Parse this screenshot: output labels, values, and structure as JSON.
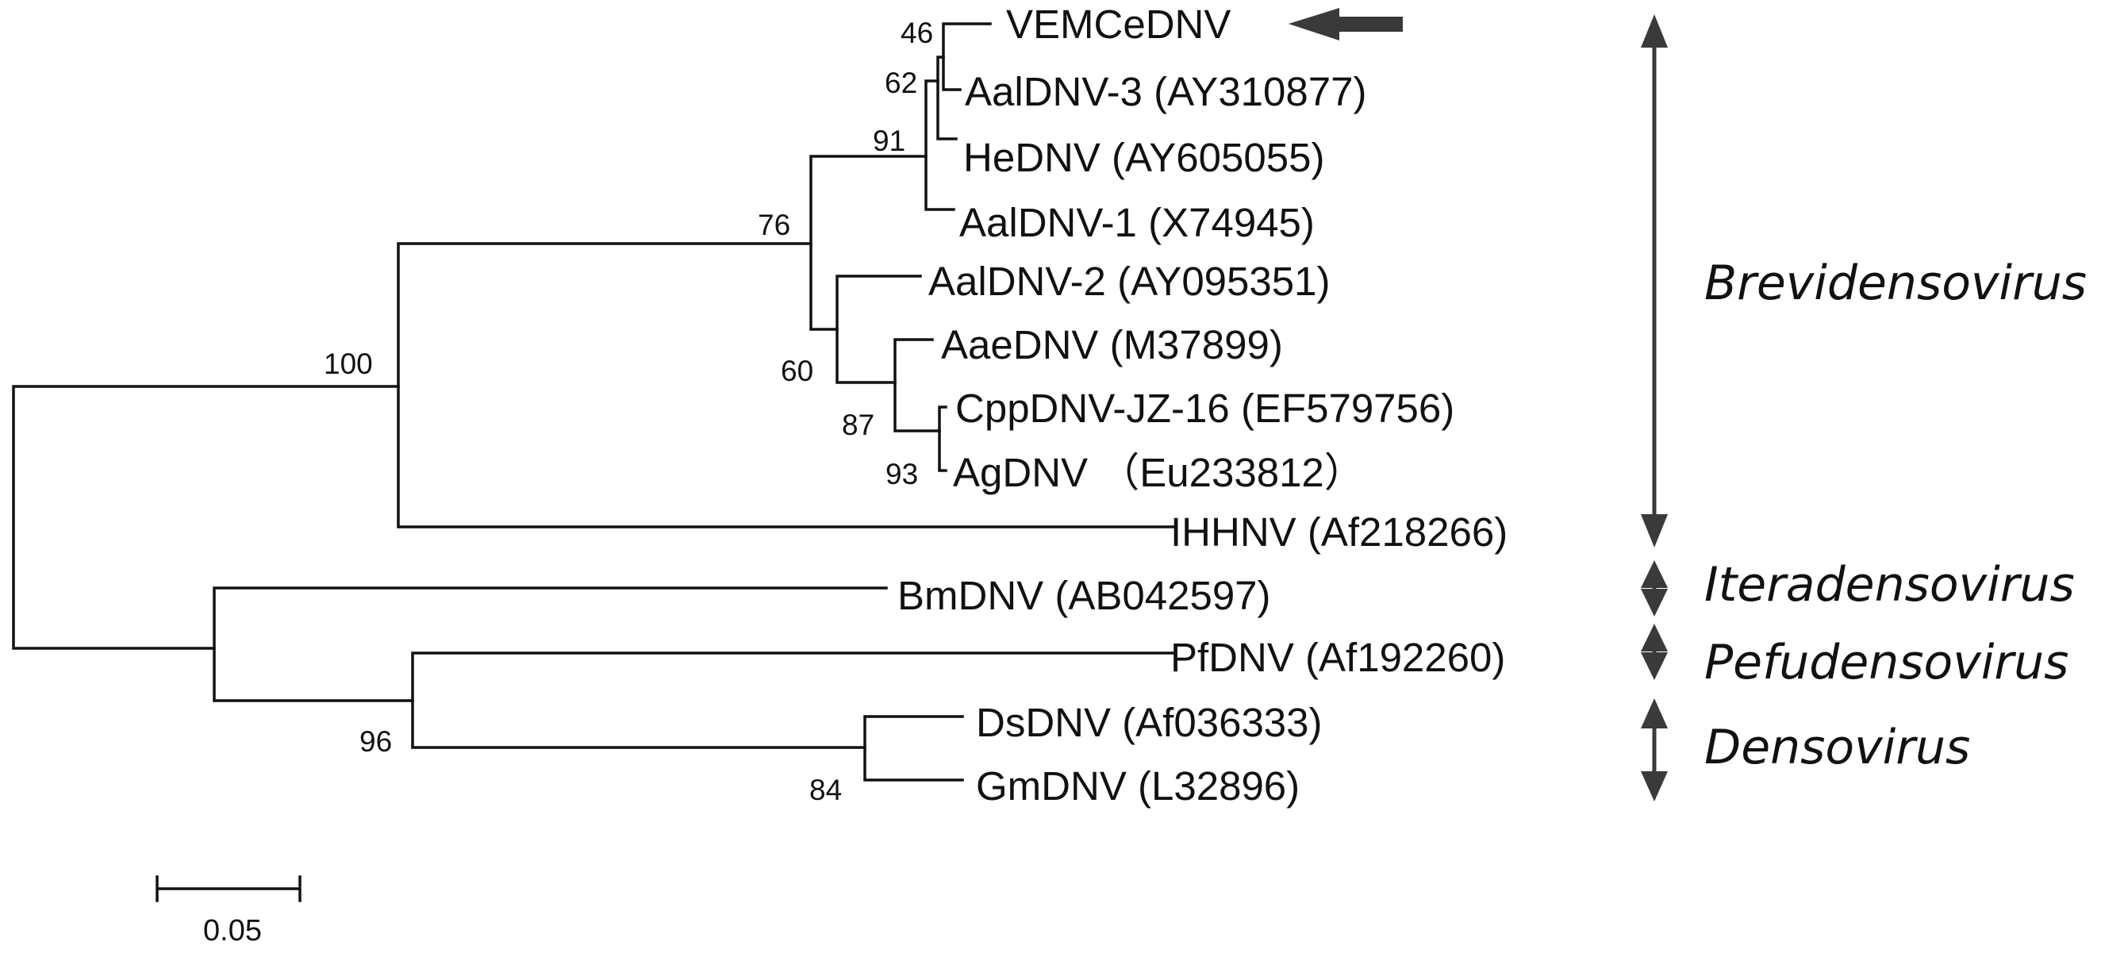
{
  "tree": {
    "taxa": [
      {
        "id": "vemcednv",
        "label": "VEMCeDNV"
      },
      {
        "id": "aaldnv3",
        "label": "AalDNV-3 (AY310877)"
      },
      {
        "id": "hednv",
        "label": "HeDNV (AY605055)"
      },
      {
        "id": "aaldnv1",
        "label": "AalDNV-1 (X74945)"
      },
      {
        "id": "aaldnv2",
        "label": "AalDNV-2 (AY095351)"
      },
      {
        "id": "aaednv",
        "label": "AaeDNV (M37899)"
      },
      {
        "id": "cppdnv",
        "label": "CppDNV-JZ-16 (EF579756)"
      },
      {
        "id": "agdnv",
        "label": "AgDNV （Eu233812）"
      },
      {
        "id": "ihhnv",
        "label": "IHHNV (Af218266)"
      },
      {
        "id": "bmdnv",
        "label": "BmDNV (AB042597)"
      },
      {
        "id": "pfdnv",
        "label": "PfDNV (Af192260)"
      },
      {
        "id": "dsdnv",
        "label": "DsDNV (Af036333)"
      },
      {
        "id": "gmdnv",
        "label": "GmDNV (L32896)"
      }
    ],
    "bootstrap_values": [
      "46",
      "62",
      "91",
      "76",
      "60",
      "87",
      "93",
      "100",
      "96",
      "84"
    ],
    "highlighted_taxon": "VEMCeDNV",
    "highlight_marker": "left-pointing-arrow"
  },
  "genera": [
    {
      "id": "brevidensovirus",
      "name": "Brevidensovirus"
    },
    {
      "id": "iteradensovirus",
      "name": "Iteradensovirus"
    },
    {
      "id": "pefudensovirus",
      "name": "Pefudensovirus"
    },
    {
      "id": "densovirus",
      "name": "Densovirus"
    }
  ],
  "scale_bar": {
    "label": "0.05",
    "value": 0.05
  },
  "colors": {
    "lines": "#111111",
    "bracket_arrows": "#3a3a3a",
    "background": "#ffffff"
  }
}
